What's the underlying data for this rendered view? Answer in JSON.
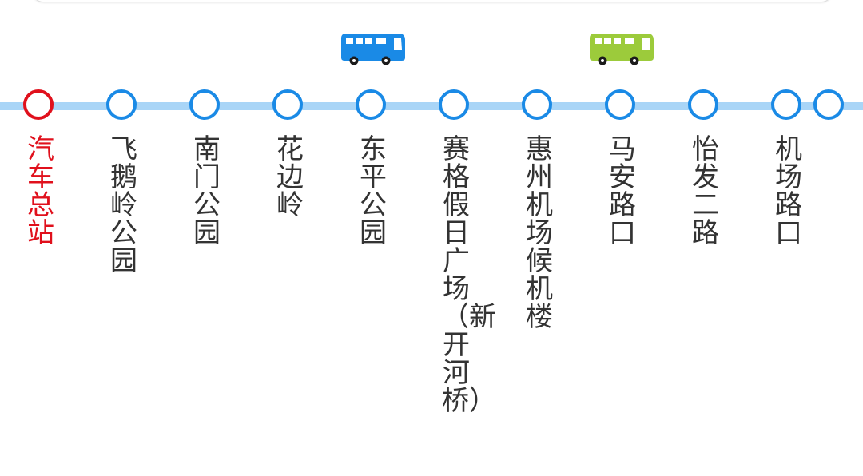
{
  "route": {
    "line_color": "#a9d5f7",
    "stop_color": "#1a8ae6",
    "current_color": "#e0101c",
    "stops": [
      {
        "name": "汽车总站",
        "current": true
      },
      {
        "name": "飞鹅岭公园",
        "current": false
      },
      {
        "name": "南门公园",
        "current": false
      },
      {
        "name": "花边岭",
        "current": false
      },
      {
        "name": "东平公园",
        "current": false
      },
      {
        "name": "赛格假日广场（新开河桥）",
        "current": false
      },
      {
        "name": "惠州机场候机楼",
        "current": false
      },
      {
        "name": "马安路口",
        "current": false
      },
      {
        "name": "怡发二路",
        "current": false
      },
      {
        "name": "机场路口",
        "current": false
      }
    ]
  },
  "buses": [
    {
      "icon": "bus-icon",
      "color": "#1a8ae6"
    },
    {
      "icon": "bus-icon",
      "color": "#9ccb3b"
    }
  ]
}
